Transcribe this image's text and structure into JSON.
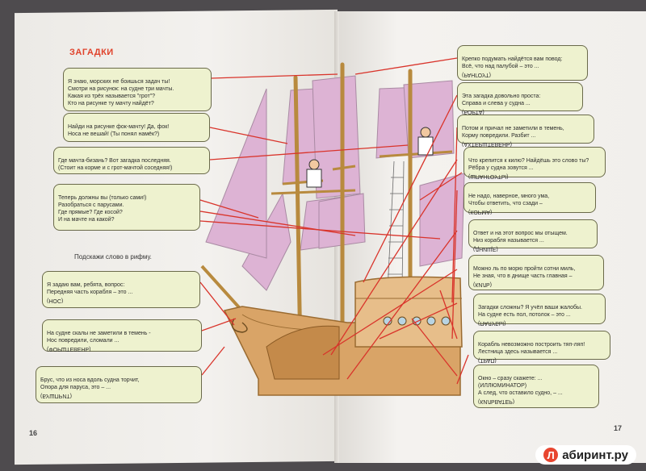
{
  "left_page": {
    "title": "ЗАГАДКИ",
    "hint": "Подскажи слово в рифму.",
    "page_number": "16",
    "riddles": [
      {
        "text": "Я знаю, морских не боишься задач ты!\nСмотри на рисунок: на судне три мачты.\nКакая из трёх называется \"грот\"?\nКто на рисунке ту мачту найдёт?",
        "answer": ""
      },
      {
        "text": "Найди на рисунке фок-мачту! Да, фок!\nНоса не вешай! (Ты понял намёк?)",
        "answer": ""
      },
      {
        "text": "Где мачта-бизань? Вот загадка последняя.\n(Стоит на корме и с грот-мачтой соседняя!)",
        "answer": ""
      },
      {
        "text": "Теперь должны вы (только сами!)\nРазобраться с парусами.\nГде прямые? Где косой?\nИ на мачте на какой?",
        "answer": ""
      },
      {
        "text": "Я задаю вам, ребята, вопрос:\nПередняя часть корабля – это ...",
        "answer": "(НОС)"
      },
      {
        "text": "На судне скалы не заметили в темень -\nНос повредили, сломали ...",
        "answer": "(ФОРШТЕВЕНЬ)"
      },
      {
        "text": "Брус, что из носа вдоль судна торчит,\nОпора для паруса, это – ...",
        "answer": "(БУШПРИТ)"
      }
    ]
  },
  "right_page": {
    "page_number": "17",
    "riddles": [
      {
        "text": "Крепко подумать найдётся вам повод:\nВсё, что над палубой – это ...",
        "answer": "(РАНГОУТ)"
      },
      {
        "text": "Эта загадка довольно проста:\nСправа и слева у судна ...",
        "answer": "(БОРТА)"
      },
      {
        "text": "Потом и причал не заметили в темень,\nКорму повредили. Разбит ...",
        "answer": "(АХТЕРШТЕВЕНЬ)"
      },
      {
        "text": "Что крепится к килю? Найдёшь это слово ты?\nРёбра у судна зовутся ...",
        "answer": "(ШПАНГОУТЫ)"
      },
      {
        "text": "Не надо, наверное, много ума,\nЧтобы ответить, что сзади –",
        "answer": "(КОРМА)"
      },
      {
        "text": "Ответ и на этот вопрос мы отыщем.\nНиз корабля называется ...",
        "answer": "(ДНИЩЕ)"
      },
      {
        "text": "Можно ль по морю пройти сотни миль,\nНе зная, что в днище часть главная –",
        "answer": "(КИЛЬ)"
      },
      {
        "text": "Загадки сложны? Я учёл ваши жалобы.\nНа судне есть пол, потолок – это ...",
        "answer": "(ПАЛУБЫ)"
      },
      {
        "text": "Корабль невозможно построить тяп-ляп!\nЛестница здесь называется ...",
        "answer": "(ТРАП)"
      },
      {
        "text": "Окно – сразу скажете: ...\n(ИЛЛЮМИНАТОР)\nА след, что оставило судно, – ...",
        "answer": "(КИЛЬВАТЕР)"
      }
    ]
  },
  "watermark": {
    "text": "абиринт.ру",
    "logo_letter": "Л"
  }
}
